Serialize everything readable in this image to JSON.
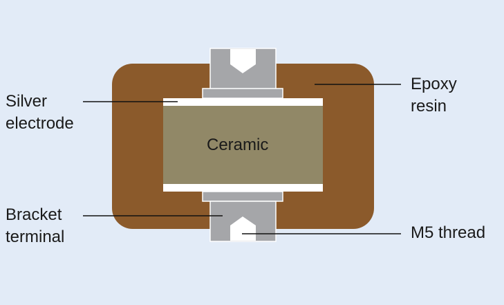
{
  "labels": {
    "silver_electrode": [
      "Silver",
      "electrode"
    ],
    "epoxy_resin": [
      "Epoxy",
      "resin"
    ],
    "bracket_terminal": [
      "Bracket",
      "terminal"
    ],
    "m5_thread": "M5 thread",
    "ceramic": "Ceramic"
  },
  "colors": {
    "background": "#e2ebf7",
    "epoxy": "#8b5a2b",
    "ceramic": "#918867",
    "terminal": "#a5a6a9",
    "electrode": "#ffffff"
  }
}
